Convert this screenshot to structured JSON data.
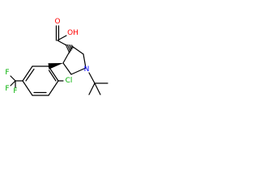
{
  "molecule": {
    "atoms": {
      "carboxyl_oxygen": "O",
      "hydroxyl": "OH",
      "ring_nitrogen": "N",
      "chlorine": "Cl",
      "fluorine_1": "F",
      "fluorine_2": "F",
      "fluorine_3": "F"
    },
    "colors": {
      "bond": "#000000",
      "oxygen": "#ff0000",
      "nitrogen": "#0000ff",
      "chlorine": "#00b000",
      "fluorine": "#00b000"
    }
  }
}
